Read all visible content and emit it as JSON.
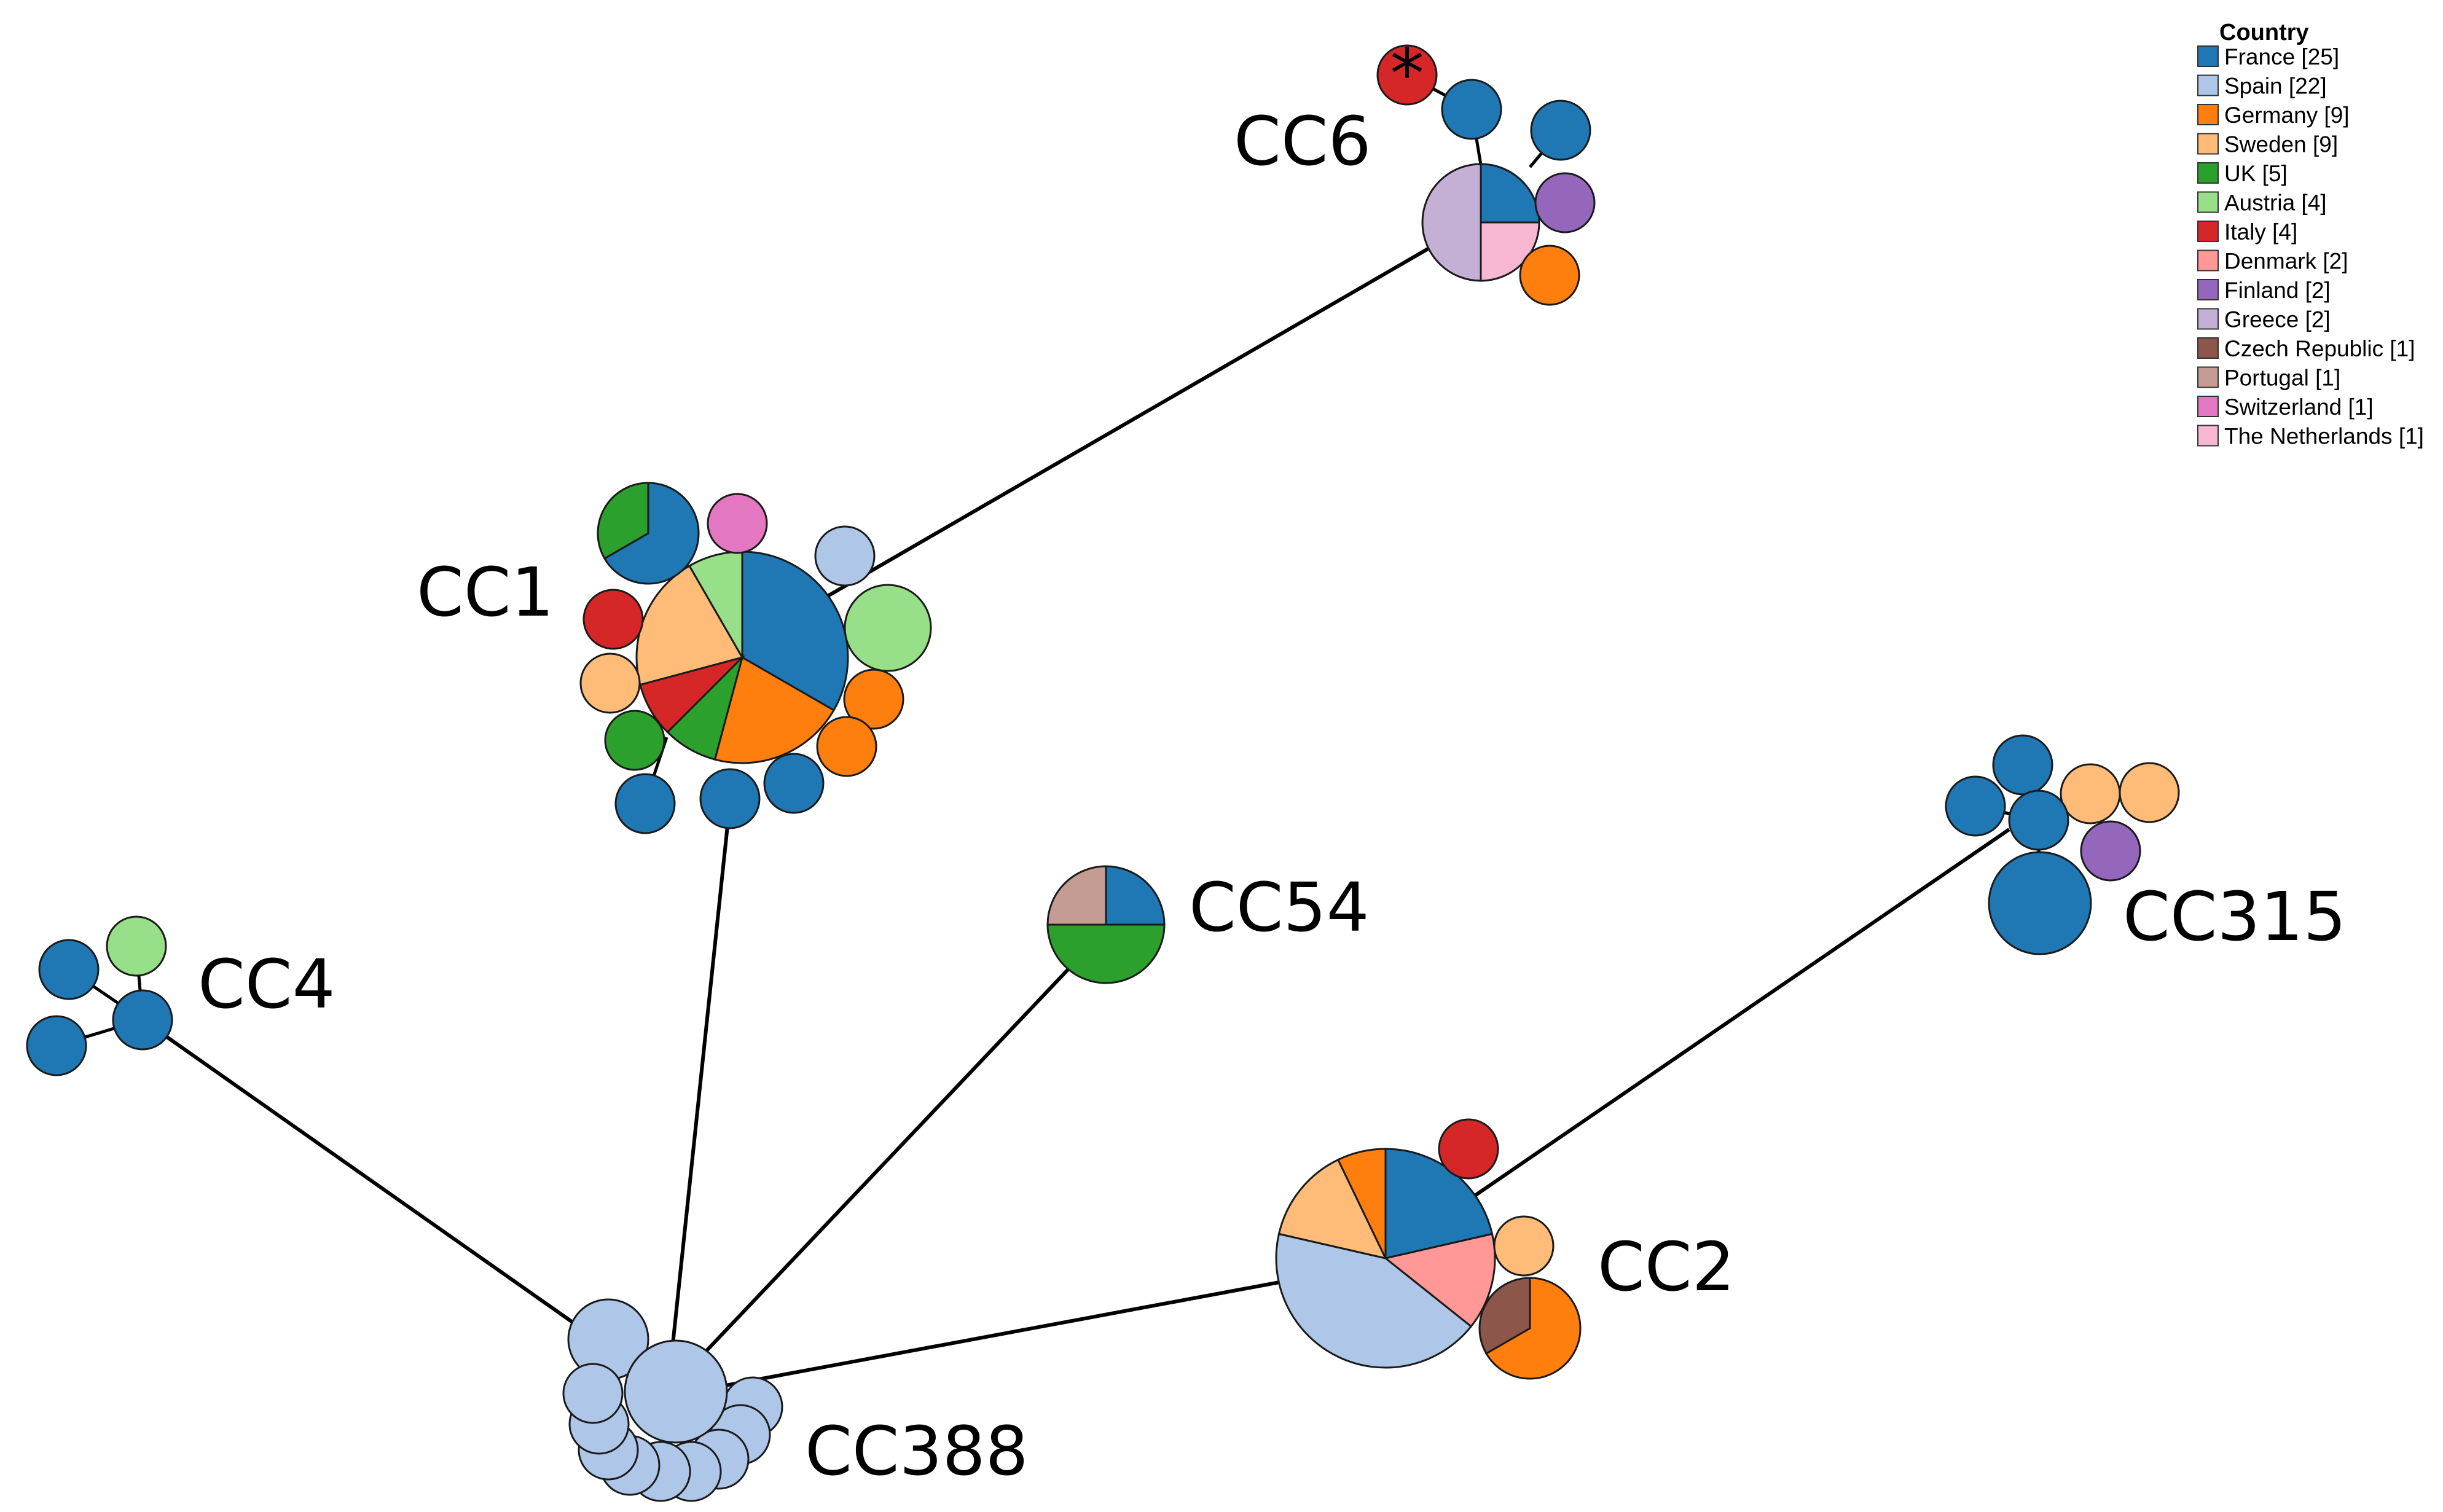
{
  "colors": {
    "France": "#1f77b4",
    "Spain": "#aec7e8",
    "Germany": "#ff7f0e",
    "Sweden": "#ffbb78",
    "UK": "#2ca02c",
    "Austria": "#98df8a",
    "Italy": "#d62728",
    "Denmark": "#ff9896",
    "Finland": "#9467bd",
    "Greece": "#c5b0d5",
    "Czech Republic": "#8c564b",
    "Portugal": "#c49c94",
    "Switzerland": "#e377c2",
    "The Netherlands": "#f7b6d2"
  },
  "legend": {
    "title": "Country",
    "items": [
      {
        "country": "France",
        "label": "France [25]"
      },
      {
        "country": "Spain",
        "label": "Spain [22]"
      },
      {
        "country": "Germany",
        "label": "Germany [9]"
      },
      {
        "country": "Sweden",
        "label": "Sweden [9]"
      },
      {
        "country": "UK",
        "label": "UK [5]"
      },
      {
        "country": "Austria",
        "label": "Austria [4]"
      },
      {
        "country": "Italy",
        "label": "Italy [4]"
      },
      {
        "country": "Denmark",
        "label": "Denmark [2]"
      },
      {
        "country": "Finland",
        "label": "Finland [2]"
      },
      {
        "country": "Greece",
        "label": "Greece [2]"
      },
      {
        "country": "Czech Republic",
        "label": "Czech Republic [1]"
      },
      {
        "country": "Portugal",
        "label": "Portugal [1]"
      },
      {
        "country": "Switzerland",
        "label": "Switzerland [1]"
      },
      {
        "country": "The Netherlands",
        "label": "The Netherlands [1]"
      }
    ]
  },
  "complexes": [
    {
      "id": "CC6",
      "label": "CC6",
      "annotation": "*"
    },
    {
      "id": "CC1",
      "label": "CC1"
    },
    {
      "id": "CC54",
      "label": "CC54"
    },
    {
      "id": "CC4",
      "label": "CC4"
    },
    {
      "id": "CC315",
      "label": "CC315"
    },
    {
      "id": "CC2",
      "label": "CC2"
    },
    {
      "id": "CC388",
      "label": "CC388"
    }
  ],
  "edges": [
    [
      "CC388",
      "CC1"
    ],
    [
      "CC388",
      "CC54"
    ],
    [
      "CC388",
      "CC4"
    ],
    [
      "CC388",
      "CC2"
    ],
    [
      "CC1",
      "CC6"
    ],
    [
      "CC2",
      "CC315"
    ]
  ]
}
